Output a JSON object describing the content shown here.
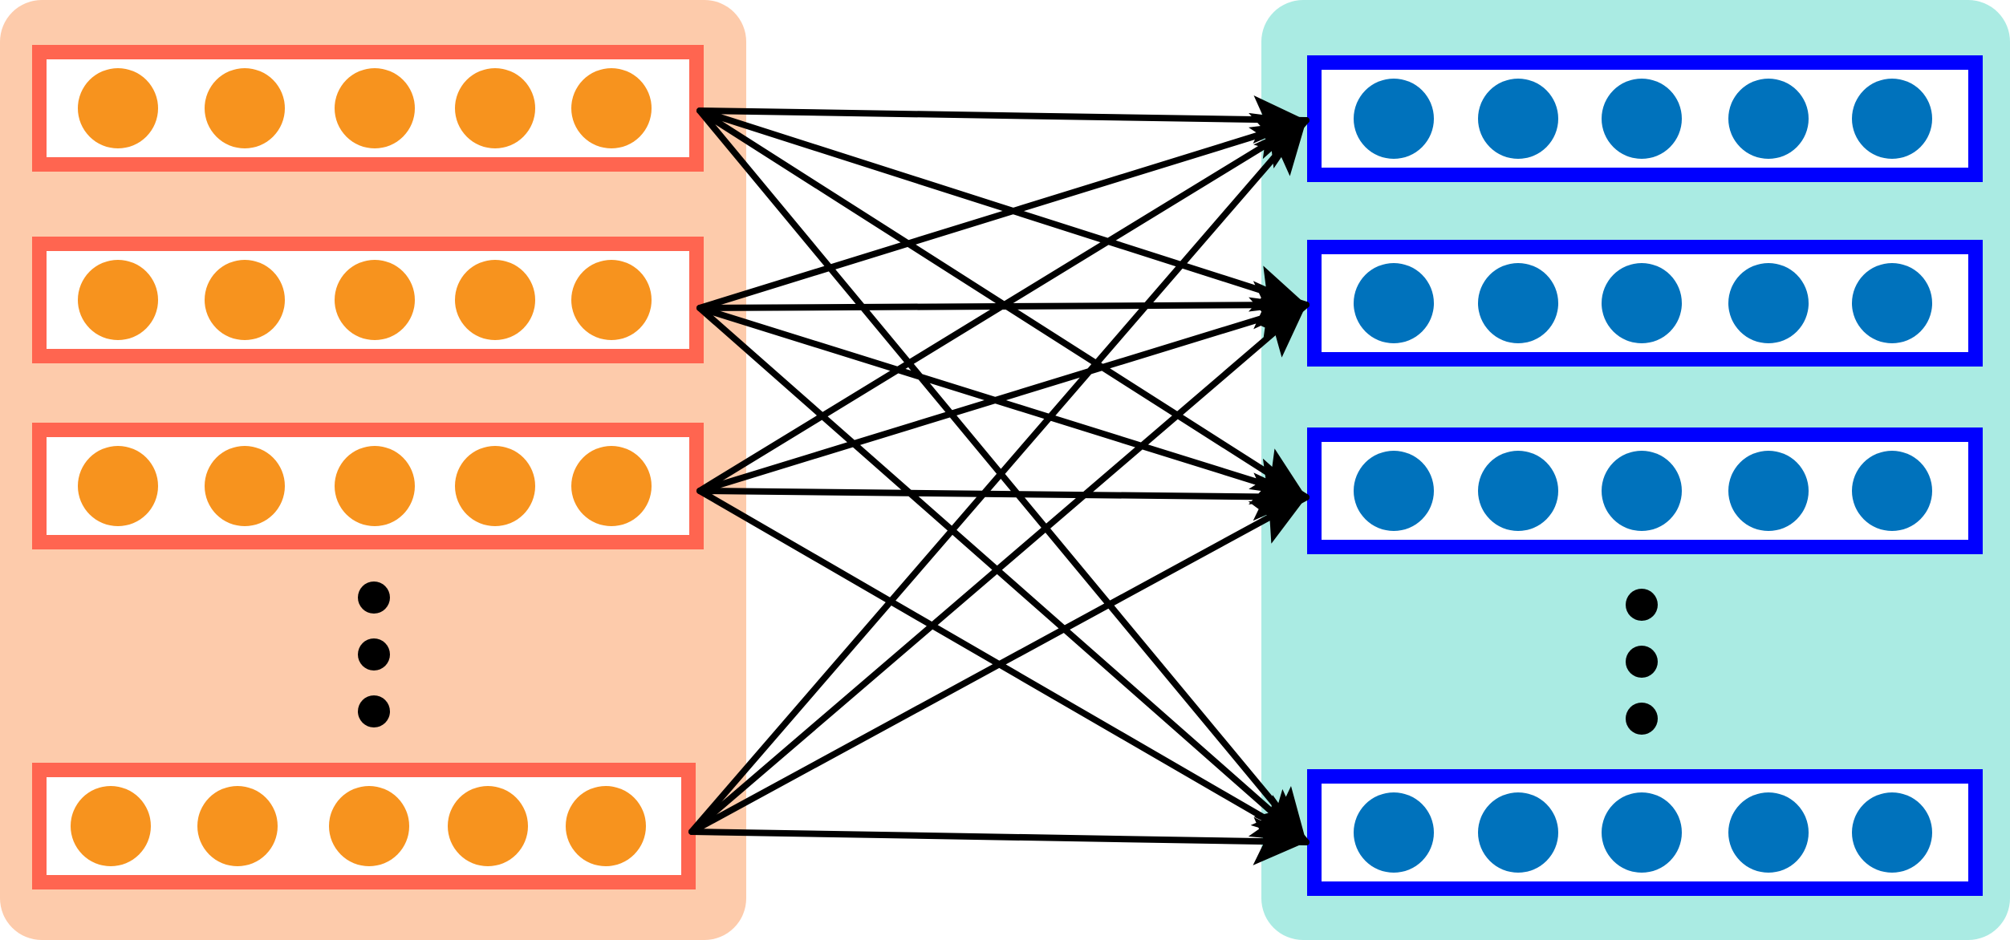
{
  "colors": {
    "background": "#ffffff",
    "left_panel_fill": "#fdcbab",
    "left_box_border": "#ff6550",
    "left_node": "#f7931e",
    "right_panel_fill": "#aaebe3",
    "right_box_border": "#0000ff",
    "right_node": "#0072bc",
    "box_fill": "#ffffff",
    "arrow": "#000000",
    "ellipsis_dot": "#000000"
  },
  "structure": {
    "left_rows_shown": 4,
    "right_rows_shown": 4,
    "nodes_per_row": 5,
    "connection_pattern": "fully-connected",
    "ellipsis_between_rows": "vertical-dots"
  },
  "icons": {
    "connection": "arrow-icon",
    "ellipsis": "vertical-ellipsis-icon"
  }
}
